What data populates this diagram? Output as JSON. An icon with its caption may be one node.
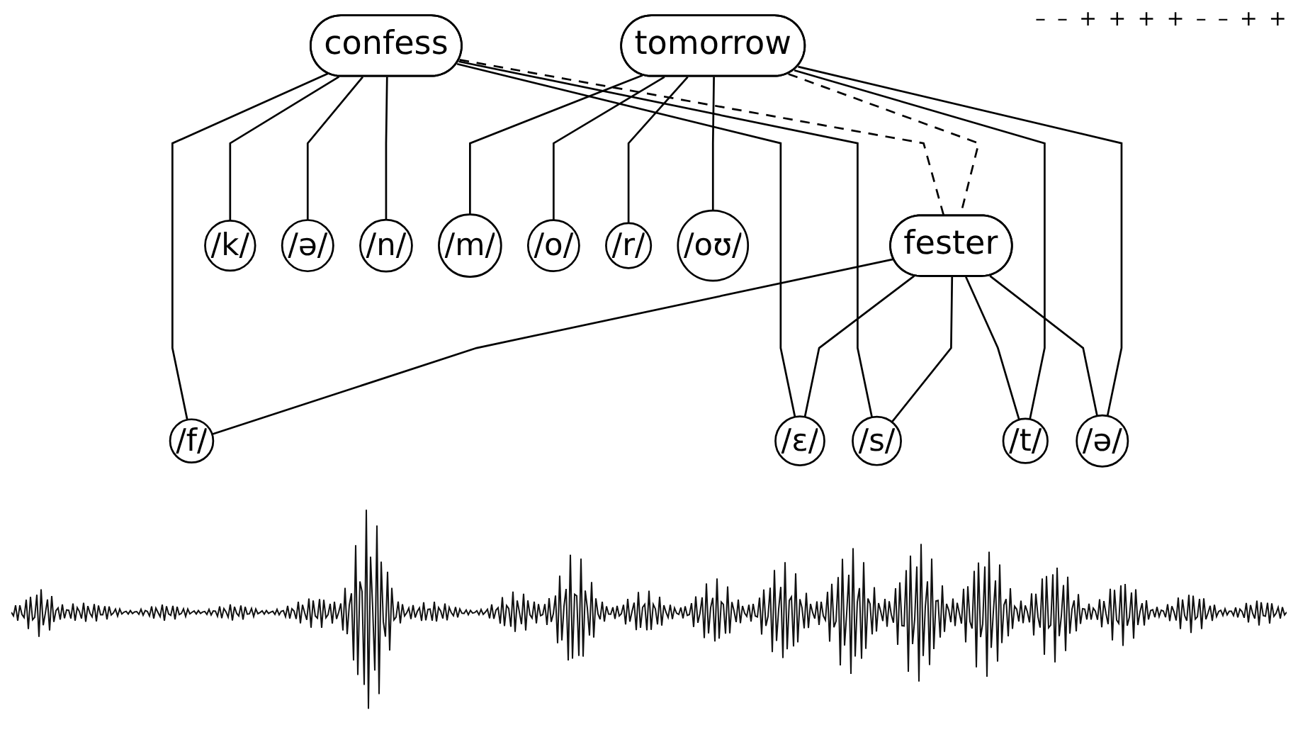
{
  "diagram": {
    "nodes": [
      {
        "text": [
          "confess"
        ]
      },
      {
        "text": [
          "tomorrow"
        ]
      },
      {
        "text": [
          "fester"
        ]
      },
      {
        "text": [
          "/k/"
        ]
      },
      {
        "text": [
          "/ə/"
        ]
      },
      {
        "text": [
          "/n/"
        ]
      },
      {
        "text": [
          "/f/"
        ]
      },
      {
        "text": [
          "/ɛ/"
        ]
      },
      {
        "text": [
          "/s/"
        ]
      },
      {
        "text": [
          "/t/"
        ]
      },
      {
        "text": [
          "/ə/"
        ]
      },
      {
        "text": [
          "/m/"
        ]
      },
      {
        "text": [
          "/o/"
        ]
      },
      {
        "text": [
          "/r/"
        ]
      },
      {
        "text": [
          "/oʊ/"
        ]
      }
    ],
    "edges": [
      {
        "from": 0,
        "to": 2,
        "arrow": "none",
        "style": "dashed"
      },
      {
        "from": 1,
        "to": 2,
        "arrow": "none",
        "style": "dashed"
      },
      {
        "from": 0,
        "to": 3,
        "arrow": "none"
      },
      {
        "from": 0,
        "to": 4,
        "arrow": "none"
      },
      {
        "from": 0,
        "to": 5,
        "arrow": "none"
      },
      {
        "from": 0,
        "to": 6,
        "arrow": "none"
      },
      {
        "from": 0,
        "to": 7,
        "arrow": "none"
      },
      {
        "from": 0,
        "to": 8,
        "arrow": "none"
      },
      {
        "from": 2,
        "to": 6,
        "arrow": "none"
      },
      {
        "from": 2,
        "to": 7,
        "arrow": "none"
      },
      {
        "from": 2,
        "to": 8,
        "arrow": "none"
      },
      {
        "from": 2,
        "to": 9,
        "arrow": "none"
      },
      {
        "from": 2,
        "to": 10,
        "arrow": "none"
      },
      {
        "from": 1,
        "to": 9,
        "arrow": "none"
      },
      {
        "from": 1,
        "to": 10,
        "arrow": "none"
      },
      {
        "from": 1,
        "to": 11,
        "arrow": "none"
      },
      {
        "from": 1,
        "to": 12,
        "arrow": "none"
      },
      {
        "from": 1,
        "to": 13,
        "arrow": "none"
      },
      {
        "from": 1,
        "to": 14,
        "arrow": "none"
      }
    ],
    "labels": [
      "–",
      "–",
      "+",
      "+",
      "+",
      "+",
      "–",
      "–",
      "+",
      "+"
    ]
  }
}
